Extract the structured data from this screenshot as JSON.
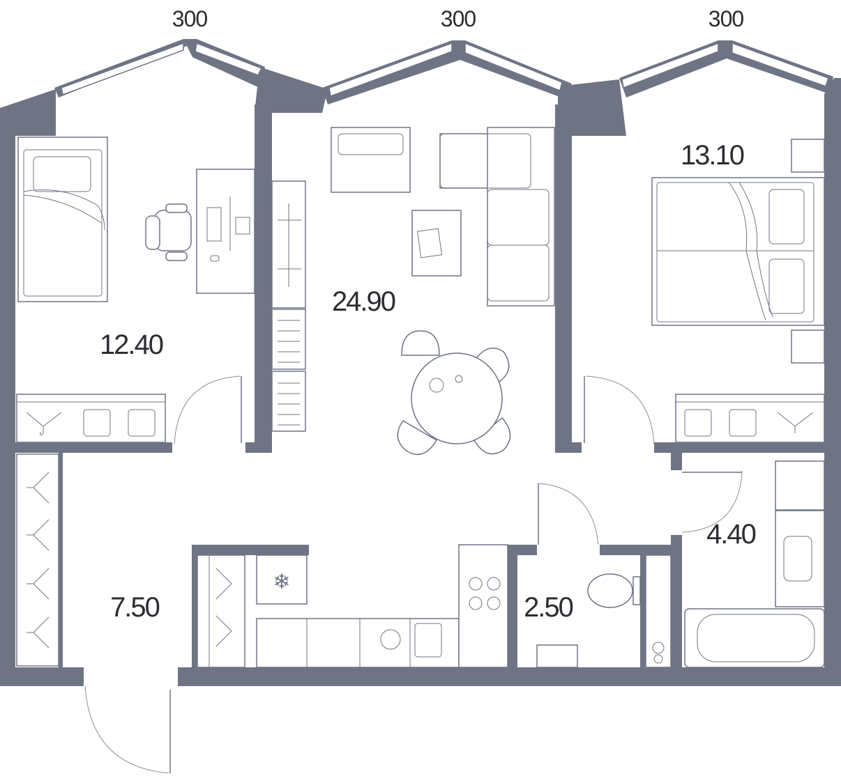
{
  "dimensions": {
    "left": "300",
    "center": "300",
    "right": "300"
  },
  "rooms": {
    "bedroom_left": {
      "area": "12.40"
    },
    "living_room": {
      "area": "24.90"
    },
    "bedroom_right": {
      "area": "13.10"
    },
    "hallway": {
      "area": "7.50"
    },
    "toilet": {
      "area": "2.50"
    },
    "bathroom": {
      "area": "4.40"
    }
  },
  "colors": {
    "wall": "#6f7485",
    "text": "#2b2d33",
    "background": "#ffffff"
  },
  "icons": [
    "snowflake-icon",
    "hanger-icon",
    "cooktop-icon",
    "sink-icon",
    "washing-machine-icon",
    "toilet-icon",
    "bathtub-icon"
  ]
}
